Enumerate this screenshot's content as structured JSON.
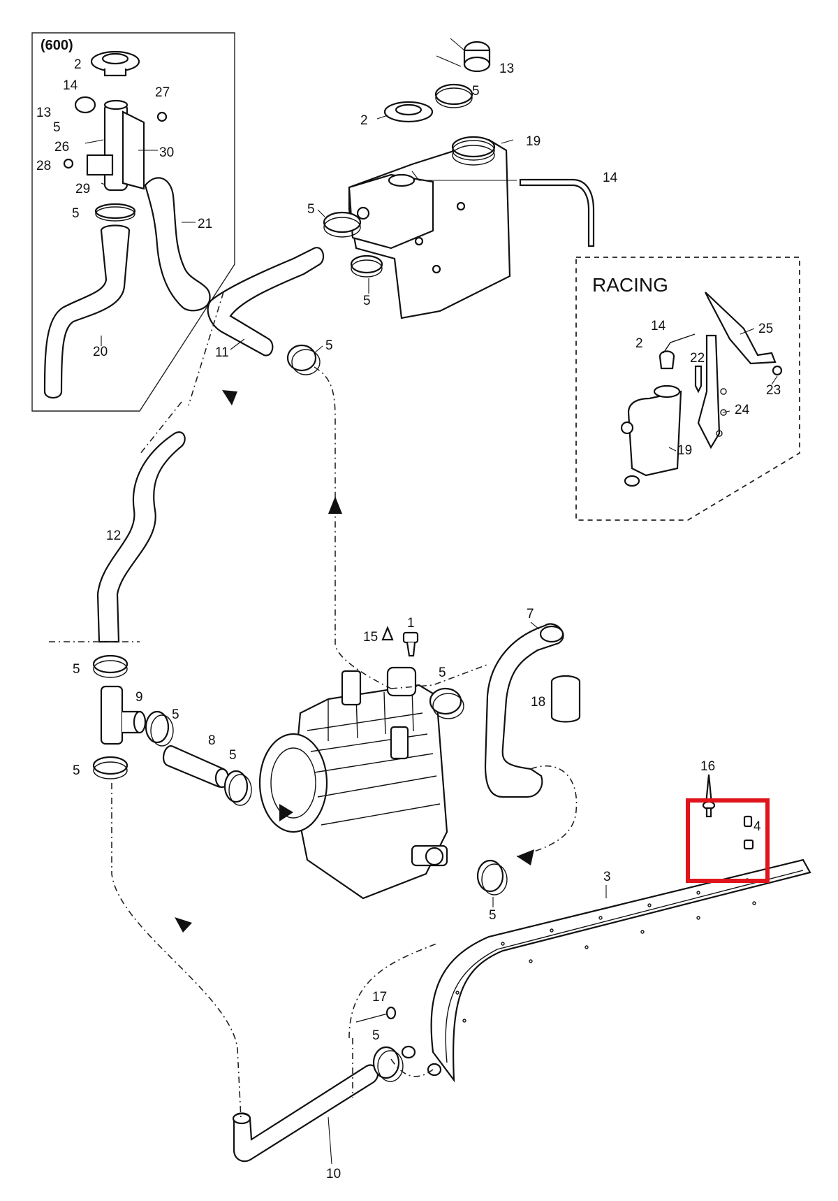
{
  "inset_600": {
    "title": "(600)"
  },
  "inset_racing": {
    "title": "RACING"
  },
  "callouts": {
    "c1": "1",
    "c2": "2",
    "c3": "3",
    "c4": "4",
    "c5": "5",
    "c7": "7",
    "c8": "8",
    "c9": "9",
    "c10": "10",
    "c11": "11",
    "c12": "12",
    "c13": "13",
    "c14": "14",
    "c15": "15",
    "c16": "16",
    "c17": "17",
    "c18": "18",
    "c19": "19",
    "c20": "20",
    "c21": "21",
    "c22": "22",
    "c23": "23",
    "c24": "24",
    "c25": "25",
    "c26": "26",
    "c27": "27",
    "c28": "28",
    "c29": "29",
    "c30": "30"
  },
  "highlight": {
    "color": "#e0141b",
    "parts": [
      "16",
      "4"
    ]
  },
  "colors": {
    "line": "#111111",
    "background": "#ffffff"
  }
}
